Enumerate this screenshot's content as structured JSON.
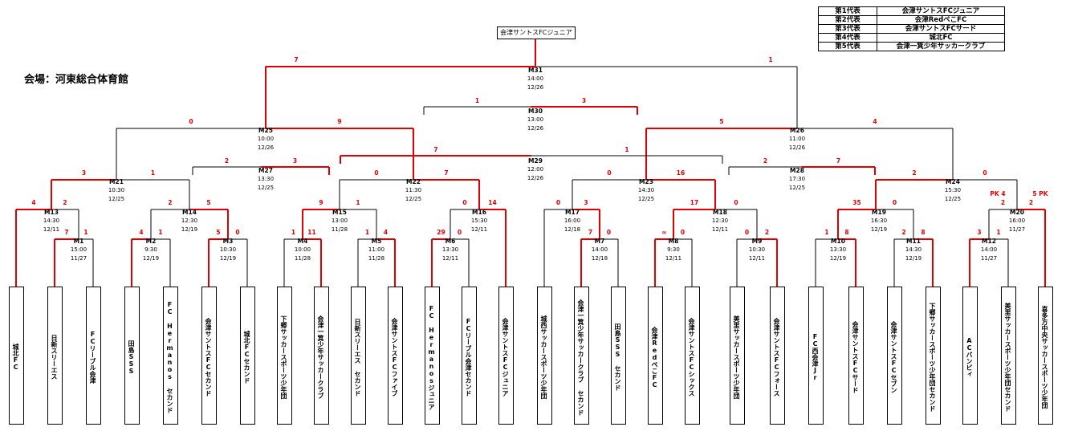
{
  "venue": "会場：河東総合体育館",
  "champion": "会津サントスFCジュニア",
  "representatives": [
    {
      "rank": "第1代表",
      "team": "会津サントスFCジュニア"
    },
    {
      "rank": "第2代表",
      "team": "会津RedぺこFC"
    },
    {
      "rank": "第3代表",
      "team": "会津サントスFCサード"
    },
    {
      "rank": "第4代表",
      "team": "城北FC"
    },
    {
      "rank": "第5代表",
      "team": "会津一箕少年サッカークラブ"
    }
  ],
  "teams": [
    "城北FC",
    "日新スリーエス",
    "FCリーブル会津",
    "田島SSS",
    "FC Hermanos セカンド",
    "会津サントスFCセカンド",
    "城北FCセカンド",
    "下郷サッカースポーツ少年団",
    "会津一箕少年サッカークラブ",
    "日新スリーエス セカンド",
    "会津サントスFCファイブ",
    "FC Hermanosジュニア",
    "FCリーブル会津セカンド",
    "会津サントスFCジュニア",
    "城西サッカースポーツ少年団",
    "会津一箕少年サッカークラブ セカンド",
    "田島SSS セカンド",
    "会津RedぺこFC",
    "会津サントスFCシックス",
    "美里サッカースポーツ少年団",
    "会津サントスFCフォース",
    "FC西会津Jr",
    "会津サントスFCサード",
    "会津サントスFCセブン",
    "下郷サッカースポーツ少年団セカンド",
    "ACバンビィ",
    "美里サッカースポーツ少年団セカンド",
    "喜多方中央サッカースポーツ少年団"
  ],
  "matches": [
    {
      "id": "M1",
      "time": "15:00",
      "date": "11/27"
    },
    {
      "id": "M2",
      "time": "9:30",
      "date": "12/19"
    },
    {
      "id": "M3",
      "time": "10:30",
      "date": "12/19"
    },
    {
      "id": "M4",
      "time": "10:00",
      "date": "11/28"
    },
    {
      "id": "M5",
      "time": "11:00",
      "date": "11/28"
    },
    {
      "id": "M6",
      "time": "13:30",
      "date": "12/11"
    },
    {
      "id": "M7",
      "time": "14:00",
      "date": "12/18"
    },
    {
      "id": "M8",
      "time": "9:30",
      "date": "12/11"
    },
    {
      "id": "M9",
      "time": "10:30",
      "date": "12/11"
    },
    {
      "id": "M10",
      "time": "13:30",
      "date": "12/19"
    },
    {
      "id": "M11",
      "time": "14:30",
      "date": "12/19"
    },
    {
      "id": "M12",
      "time": "14:00",
      "date": "11/27"
    },
    {
      "id": "M13",
      "time": "14:30",
      "date": "12/11"
    },
    {
      "id": "M14",
      "time": "12:30",
      "date": "12/19"
    },
    {
      "id": "M15",
      "time": "13:00",
      "date": "11/28"
    },
    {
      "id": "M16",
      "time": "15:30",
      "date": "12/11"
    },
    {
      "id": "M17",
      "time": "16:00",
      "date": "12/18"
    },
    {
      "id": "M18",
      "time": "12:30",
      "date": "12/11"
    },
    {
      "id": "M19",
      "time": "16:30",
      "date": "12/19"
    },
    {
      "id": "M20",
      "time": "16:00",
      "date": "11/27"
    },
    {
      "id": "M21",
      "time": "10:30",
      "date": "12/25"
    },
    {
      "id": "M22",
      "time": "11:30",
      "date": "12/25"
    },
    {
      "id": "M23",
      "time": "14:30",
      "date": "12/25"
    },
    {
      "id": "M24",
      "time": "15:30",
      "date": "12/25"
    },
    {
      "id": "M25",
      "time": "10:00",
      "date": "12/26"
    },
    {
      "id": "M26",
      "time": "11:00",
      "date": "12/26"
    },
    {
      "id": "M27",
      "time": "13:30",
      "date": "12/25"
    },
    {
      "id": "M28",
      "time": "17:30",
      "date": "12/25"
    },
    {
      "id": "M29",
      "time": "12:00",
      "date": "12/26"
    },
    {
      "id": "M30",
      "time": "13:00",
      "date": "12/26"
    },
    {
      "id": "M31",
      "time": "14:00",
      "date": "12/26"
    }
  ],
  "scores": {
    "M1": [
      "7",
      "1"
    ],
    "M2": [
      "4",
      "1"
    ],
    "M3": [
      "5",
      "0"
    ],
    "M4": [
      "1",
      "11"
    ],
    "M5": [
      "1",
      "4"
    ],
    "M6": [
      "29",
      "0"
    ],
    "M7": [
      "7",
      "0"
    ],
    "M8": [
      "∞",
      "0"
    ],
    "M9": [
      "0",
      "2"
    ],
    "M10": [
      "1",
      "8"
    ],
    "M11": [
      "2",
      "8"
    ],
    "M12": [
      "3",
      "1"
    ],
    "M13": [
      "4",
      "2"
    ],
    "M14": [
      "2",
      "5"
    ],
    "M15": [
      "9",
      "1"
    ],
    "M16": [
      "0",
      "14"
    ],
    "M17": [
      "0",
      "3"
    ],
    "M18": [
      "17",
      "0"
    ],
    "M19": [
      "35",
      "0"
    ],
    "M20": [
      "2",
      "2"
    ],
    "M21": [
      "3",
      "1"
    ],
    "M22": [
      "0",
      "7"
    ],
    "M23": [
      "0",
      "16"
    ],
    "M24": [
      "2",
      "0"
    ],
    "M25": [
      "0",
      "9"
    ],
    "M26": [
      "5",
      "4"
    ],
    "M27": [
      "2",
      "3"
    ],
    "M28": [
      "2",
      "7"
    ],
    "M29": [
      "7",
      "1"
    ],
    "M30": [
      "1",
      "3"
    ],
    "M31": [
      "7",
      "1"
    ]
  },
  "pk": {
    "left": "PK 4",
    "right": "5 PK"
  }
}
